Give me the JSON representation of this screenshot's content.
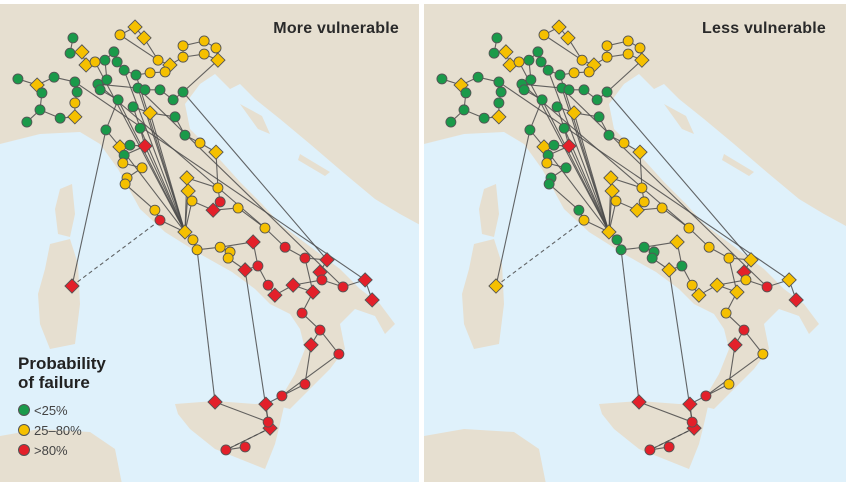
{
  "panels": [
    {
      "title": "More vulnerable",
      "status_key": "more"
    },
    {
      "title": "Less vulnerable",
      "status_key": "less"
    }
  ],
  "legend": {
    "title_line1": "Probability",
    "title_line2": "of failure",
    "items": [
      {
        "code": "G",
        "label": "<25%",
        "color": "#1a9a4a"
      },
      {
        "code": "Y",
        "label": "25–80%",
        "color": "#f5c000"
      },
      {
        "code": "R",
        "label": ">80%",
        "color": "#e3202a"
      }
    ]
  },
  "colors": {
    "sea": "#dff1fb",
    "land": "#e6dfd0",
    "edge": "#4a4a4a",
    "node_stroke": "#555555"
  },
  "node_fields": [
    "lon",
    "lat",
    "shape",
    "more",
    "less"
  ],
  "nodes": [
    [
      10.22,
      46.88,
      "d",
      "Y",
      "Y"
    ],
    [
      10.5,
      46.63,
      "d",
      "Y",
      "Y"
    ],
    [
      9.75,
      46.7,
      "c",
      "Y",
      "Y"
    ],
    [
      8.28,
      46.63,
      "c",
      "G",
      "G"
    ],
    [
      8.19,
      46.28,
      "c",
      "G",
      "G"
    ],
    [
      8.56,
      46.31,
      "d",
      "Y",
      "Y"
    ],
    [
      8.69,
      46.01,
      "d",
      "Y",
      "Y"
    ],
    [
      8.97,
      46.08,
      "c",
      "Y",
      "Y"
    ],
    [
      9.28,
      46.12,
      "c",
      "G",
      "G"
    ],
    [
      9.56,
      46.31,
      "c",
      "G",
      "G"
    ],
    [
      9.66,
      46.08,
      "c",
      "G",
      "G"
    ],
    [
      9.88,
      45.89,
      "c",
      "G",
      "G"
    ],
    [
      10.25,
      45.78,
      "c",
      "G",
      "G"
    ],
    [
      10.69,
      45.83,
      "c",
      "Y",
      "Y"
    ],
    [
      10.94,
      46.12,
      "c",
      "Y",
      "Y"
    ],
    [
      11.31,
      46.01,
      "d",
      "Y",
      "Y"
    ],
    [
      11.72,
      46.45,
      "c",
      "Y",
      "Y"
    ],
    [
      11.72,
      46.19,
      "c",
      "Y",
      "Y"
    ],
    [
      12.38,
      46.56,
      "c",
      "Y",
      "Y"
    ],
    [
      12.75,
      46.4,
      "c",
      "Y",
      "Y"
    ],
    [
      12.81,
      46.12,
      "d",
      "Y",
      "Y"
    ],
    [
      12.38,
      46.26,
      "c",
      "Y",
      "Y"
    ],
    [
      11.16,
      45.85,
      "c",
      "Y",
      "Y"
    ],
    [
      6.56,
      45.69,
      "c",
      "G",
      "G"
    ],
    [
      7.16,
      45.55,
      "d",
      "Y",
      "Y"
    ],
    [
      7.31,
      45.37,
      "c",
      "G",
      "G"
    ],
    [
      7.69,
      45.73,
      "c",
      "G",
      "G"
    ],
    [
      8.34,
      45.62,
      "c",
      "G",
      "G"
    ],
    [
      8.41,
      45.39,
      "c",
      "G",
      "G"
    ],
    [
      9.06,
      45.57,
      "c",
      "G",
      "G"
    ],
    [
      9.34,
      45.67,
      "c",
      "G",
      "G"
    ],
    [
      9.13,
      45.44,
      "c",
      "G",
      "G"
    ],
    [
      10.31,
      45.48,
      "c",
      "G",
      "G"
    ],
    [
      10.53,
      45.44,
      "c",
      "G",
      "G"
    ],
    [
      11.0,
      45.44,
      "c",
      "G",
      "G"
    ],
    [
      11.72,
      45.39,
      "c",
      "G",
      "G"
    ],
    [
      11.41,
      45.21,
      "c",
      "G",
      "G"
    ],
    [
      9.69,
      45.21,
      "c",
      "G",
      "G"
    ],
    [
      8.34,
      45.14,
      "c",
      "Y",
      "G"
    ],
    [
      8.34,
      44.82,
      "d",
      "Y",
      "Y"
    ],
    [
      7.25,
      44.98,
      "c",
      "G",
      "G"
    ],
    [
      6.84,
      44.7,
      "c",
      "G",
      "G"
    ],
    [
      7.88,
      44.79,
      "c",
      "G",
      "G"
    ],
    [
      10.16,
      45.05,
      "c",
      "G",
      "G"
    ],
    [
      10.69,
      44.91,
      "d",
      "Y",
      "Y"
    ],
    [
      11.47,
      44.82,
      "c",
      "G",
      "G"
    ],
    [
      9.31,
      44.52,
      "c",
      "G",
      "G"
    ],
    [
      10.38,
      44.56,
      "c",
      "G",
      "G"
    ],
    [
      11.78,
      44.4,
      "c",
      "G",
      "G"
    ],
    [
      12.25,
      44.22,
      "c",
      "Y",
      "Y"
    ],
    [
      12.75,
      44.01,
      "d",
      "Y",
      "Y"
    ],
    [
      9.75,
      44.13,
      "d",
      "Y",
      "Y"
    ],
    [
      10.06,
      44.17,
      "c",
      "G",
      "G"
    ],
    [
      10.53,
      44.15,
      "d",
      "R",
      "R"
    ],
    [
      9.88,
      43.94,
      "c",
      "G",
      "G"
    ],
    [
      9.84,
      43.76,
      "c",
      "Y",
      "Y"
    ],
    [
      10.44,
      43.65,
      "c",
      "Y",
      "G"
    ],
    [
      9.97,
      43.42,
      "c",
      "Y",
      "G"
    ],
    [
      9.91,
      43.28,
      "c",
      "Y",
      "G"
    ],
    [
      11.84,
      43.42,
      "d",
      "Y",
      "Y"
    ],
    [
      11.88,
      43.12,
      "d",
      "Y",
      "Y"
    ],
    [
      12.0,
      42.89,
      "c",
      "Y",
      "Y"
    ],
    [
      12.81,
      43.19,
      "c",
      "Y",
      "Y"
    ],
    [
      12.66,
      42.68,
      "d",
      "R",
      "Y"
    ],
    [
      12.88,
      42.87,
      "c",
      "R",
      "Y"
    ],
    [
      13.44,
      42.73,
      "c",
      "Y",
      "Y"
    ],
    [
      10.84,
      42.68,
      "c",
      "Y",
      "G"
    ],
    [
      11.0,
      42.45,
      "c",
      "R",
      "Y"
    ],
    [
      11.78,
      42.18,
      "d",
      "Y",
      "Y"
    ],
    [
      12.03,
      42.0,
      "c",
      "Y",
      "G"
    ],
    [
      12.16,
      41.77,
      "c",
      "Y",
      "G"
    ],
    [
      12.88,
      41.83,
      "c",
      "Y",
      "G"
    ],
    [
      13.19,
      41.72,
      "c",
      "Y",
      "G"
    ],
    [
      13.13,
      41.58,
      "c",
      "Y",
      "G"
    ],
    [
      14.28,
      42.27,
      "c",
      "Y",
      "Y"
    ],
    [
      13.91,
      41.95,
      "d",
      "R",
      "Y"
    ],
    [
      14.91,
      41.83,
      "c",
      "R",
      "Y"
    ],
    [
      13.66,
      41.31,
      "d",
      "R",
      "Y"
    ],
    [
      14.06,
      41.4,
      "c",
      "R",
      "G"
    ],
    [
      15.53,
      41.58,
      "c",
      "R",
      "Y"
    ],
    [
      16.22,
      41.54,
      "d",
      "R",
      "Y"
    ],
    [
      16.0,
      41.26,
      "d",
      "R",
      "R"
    ],
    [
      16.06,
      41.08,
      "c",
      "R",
      "Y"
    ],
    [
      14.38,
      40.96,
      "c",
      "R",
      "Y"
    ],
    [
      14.59,
      40.73,
      "d",
      "R",
      "Y"
    ],
    [
      15.16,
      40.96,
      "d",
      "R",
      "Y"
    ],
    [
      15.78,
      40.8,
      "d",
      "R",
      "Y"
    ],
    [
      16.72,
      40.92,
      "c",
      "R",
      "R"
    ],
    [
      17.41,
      41.08,
      "d",
      "R",
      "Y"
    ],
    [
      17.63,
      40.62,
      "d",
      "R",
      "R"
    ],
    [
      15.44,
      40.32,
      "c",
      "R",
      "Y"
    ],
    [
      16.0,
      39.93,
      "c",
      "R",
      "R"
    ],
    [
      15.72,
      39.59,
      "d",
      "R",
      "R"
    ],
    [
      16.59,
      39.38,
      "c",
      "R",
      "Y"
    ],
    [
      15.53,
      38.69,
      "c",
      "R",
      "Y"
    ],
    [
      14.81,
      38.42,
      "c",
      "R",
      "R"
    ],
    [
      14.31,
      38.23,
      "d",
      "R",
      "R"
    ],
    [
      12.72,
      38.28,
      "d",
      "R",
      "R"
    ],
    [
      14.44,
      37.68,
      "d",
      "R",
      "R"
    ],
    [
      14.38,
      37.82,
      "c",
      "R",
      "R"
    ],
    [
      13.06,
      37.18,
      "c",
      "R",
      "R"
    ],
    [
      13.66,
      37.25,
      "c",
      "R",
      "R"
    ],
    [
      8.25,
      40.94,
      "d",
      "R",
      "Y"
    ]
  ],
  "edges": [
    [
      23,
      24
    ],
    [
      24,
      25
    ],
    [
      24,
      26
    ],
    [
      26,
      27
    ],
    [
      27,
      28
    ],
    [
      25,
      40
    ],
    [
      40,
      41
    ],
    [
      40,
      42
    ],
    [
      42,
      39
    ],
    [
      39,
      38
    ],
    [
      38,
      28
    ],
    [
      4,
      5
    ],
    [
      5,
      6
    ],
    [
      6,
      7
    ],
    [
      7,
      8
    ],
    [
      8,
      9
    ],
    [
      9,
      10
    ],
    [
      10,
      11
    ],
    [
      11,
      12
    ],
    [
      12,
      13
    ],
    [
      13,
      22
    ],
    [
      22,
      15
    ],
    [
      15,
      14
    ],
    [
      14,
      2
    ],
    [
      2,
      0
    ],
    [
      0,
      1
    ],
    [
      1,
      14
    ],
    [
      16,
      17
    ],
    [
      17,
      15
    ],
    [
      16,
      18
    ],
    [
      18,
      19
    ],
    [
      19,
      20
    ],
    [
      20,
      21
    ],
    [
      21,
      17
    ],
    [
      20,
      35
    ],
    [
      35,
      36
    ],
    [
      36,
      34
    ],
    [
      34,
      33
    ],
    [
      33,
      32
    ],
    [
      32,
      29
    ],
    [
      29,
      30
    ],
    [
      30,
      31
    ],
    [
      31,
      37
    ],
    [
      37,
      46
    ],
    [
      46,
      51
    ],
    [
      51,
      52
    ],
    [
      52,
      53
    ],
    [
      53,
      47
    ],
    [
      47,
      43
    ],
    [
      43,
      44
    ],
    [
      44,
      45
    ],
    [
      45,
      48
    ],
    [
      48,
      49
    ],
    [
      49,
      50
    ],
    [
      50,
      62
    ],
    [
      54,
      55
    ],
    [
      55,
      56
    ],
    [
      56,
      57
    ],
    [
      57,
      58
    ],
    [
      58,
      66
    ],
    [
      66,
      67
    ],
    [
      67,
      68
    ],
    [
      68,
      69
    ],
    [
      69,
      70
    ],
    [
      70,
      71
    ],
    [
      71,
      72
    ],
    [
      72,
      73
    ],
    [
      73,
      77
    ],
    [
      77,
      78
    ],
    [
      78,
      83
    ],
    [
      83,
      84
    ],
    [
      84,
      85
    ],
    [
      85,
      86
    ],
    [
      86,
      90
    ],
    [
      90,
      91
    ],
    [
      91,
      92
    ],
    [
      92,
      94
    ],
    [
      91,
      93
    ],
    [
      93,
      95
    ],
    [
      94,
      95
    ],
    [
      95,
      96
    ],
    [
      96,
      99
    ],
    [
      99,
      98
    ],
    [
      97,
      99
    ],
    [
      98,
      100
    ],
    [
      100,
      101
    ],
    [
      59,
      60
    ],
    [
      60,
      61
    ],
    [
      61,
      68
    ],
    [
      62,
      64
    ],
    [
      64,
      63
    ],
    [
      63,
      65
    ],
    [
      65,
      74
    ],
    [
      74,
      76
    ],
    [
      76,
      79
    ],
    [
      79,
      80
    ],
    [
      80,
      81
    ],
    [
      81,
      82
    ],
    [
      82,
      87
    ],
    [
      87,
      88
    ],
    [
      88,
      89
    ],
    [
      75,
      78
    ],
    [
      75,
      71
    ],
    [
      79,
      86
    ],
    [
      85,
      82
    ],
    [
      3,
      4
    ],
    [
      8,
      30
    ],
    [
      59,
      62
    ],
    [
      61,
      63
    ],
    [
      53,
      54
    ],
    [
      68,
      12
    ],
    [
      68,
      11
    ],
    [
      68,
      32
    ],
    [
      68,
      7
    ],
    [
      68,
      37
    ],
    [
      68,
      47
    ],
    [
      68,
      44
    ],
    [
      68,
      53
    ],
    [
      68,
      51
    ],
    [
      68,
      59
    ],
    [
      68,
      60
    ],
    [
      70,
      97
    ],
    [
      77,
      99
    ],
    [
      27,
      88
    ],
    [
      32,
      87
    ],
    [
      35,
      80
    ],
    [
      29,
      74
    ],
    [
      102,
      46
    ]
  ],
  "dashed_edges": [
    [
      102,
      67
    ],
    [
      98,
      100
    ]
  ]
}
